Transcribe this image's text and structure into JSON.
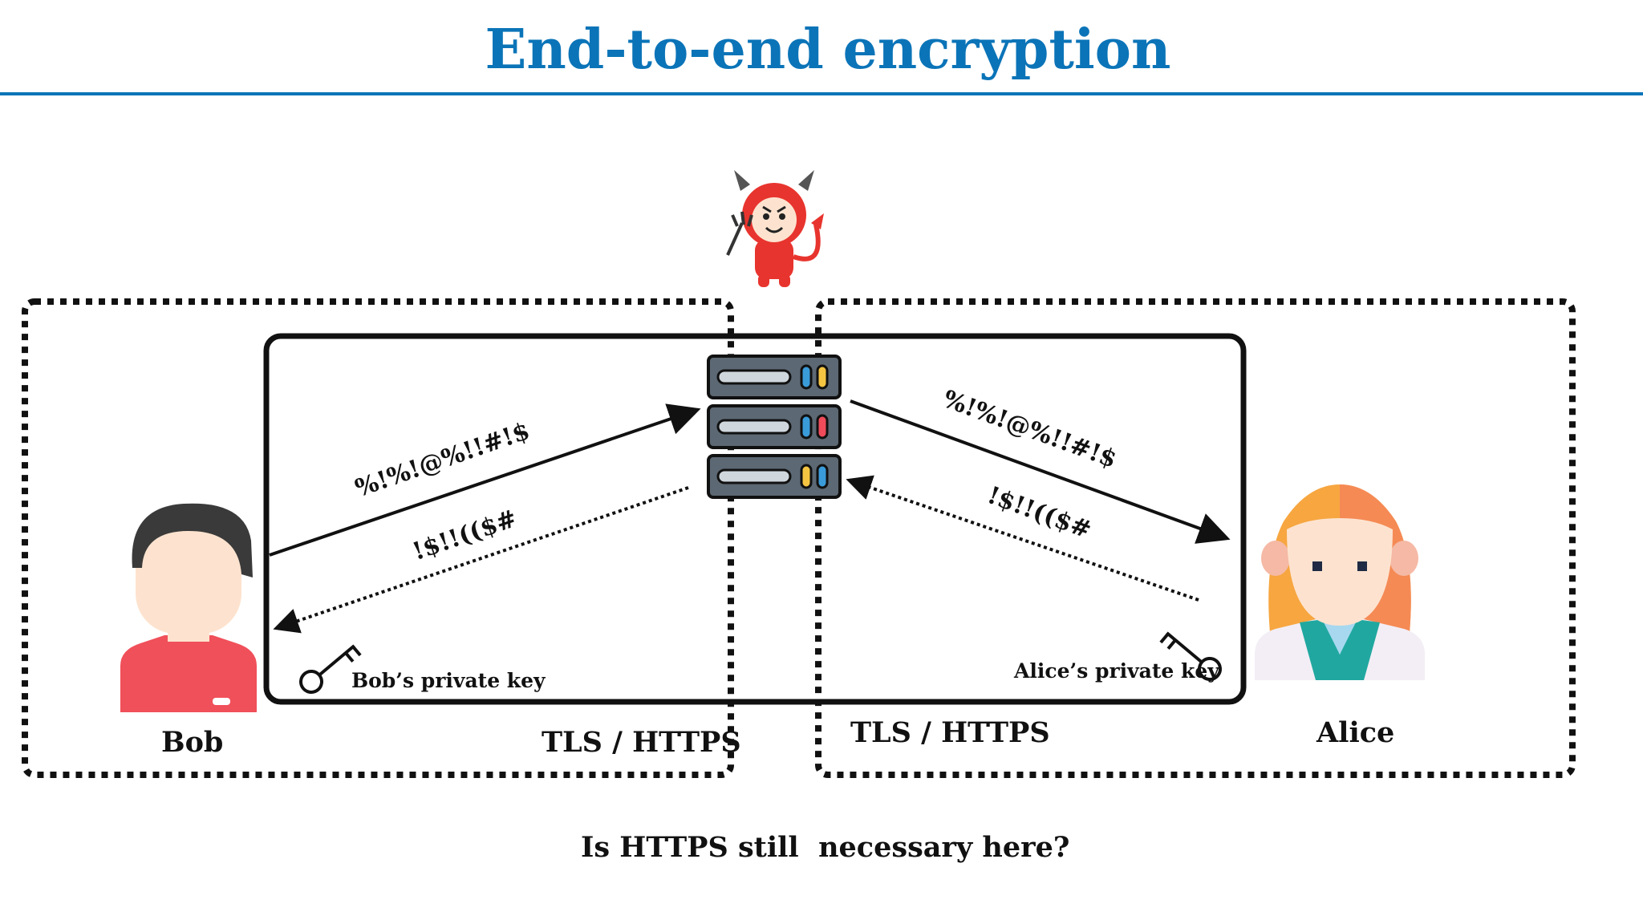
{
  "title": "End-to-end encryption",
  "colors": {
    "title": "#0b74b8",
    "rule": "#0b74b8",
    "line": "#111111",
    "bob_shirt": "#f0505a",
    "bob_hair": "#3a3a3a",
    "skin": "#fde3cf",
    "alice_hair": "#f7a640",
    "alice_vest": "#20a8a0",
    "devil": "#e8342e",
    "server": "#5c6873"
  },
  "icons": {
    "eavesdropper": "devil-icon",
    "server": "server-icon",
    "bob": "bob-avatar-icon",
    "alice": "alice-avatar-icon",
    "bob_key": "key-icon",
    "alice_key": "key-icon"
  },
  "people": {
    "bob": "Bob",
    "alice": "Alice"
  },
  "tls": {
    "left": "TLS / HTTPS",
    "right": "TLS / HTTPS"
  },
  "keys": {
    "bob": "Bob’s private key",
    "alice": "Alice’s private key"
  },
  "ciphertexts": {
    "bob_to_server": "%!%!@%!!#!$",
    "server_to_bob": "!$!!(($#",
    "server_to_alice": "%!%!@%!!#!$",
    "alice_to_server": "!$!!(($#"
  },
  "question": "Is HTTPS still  necessary here?"
}
